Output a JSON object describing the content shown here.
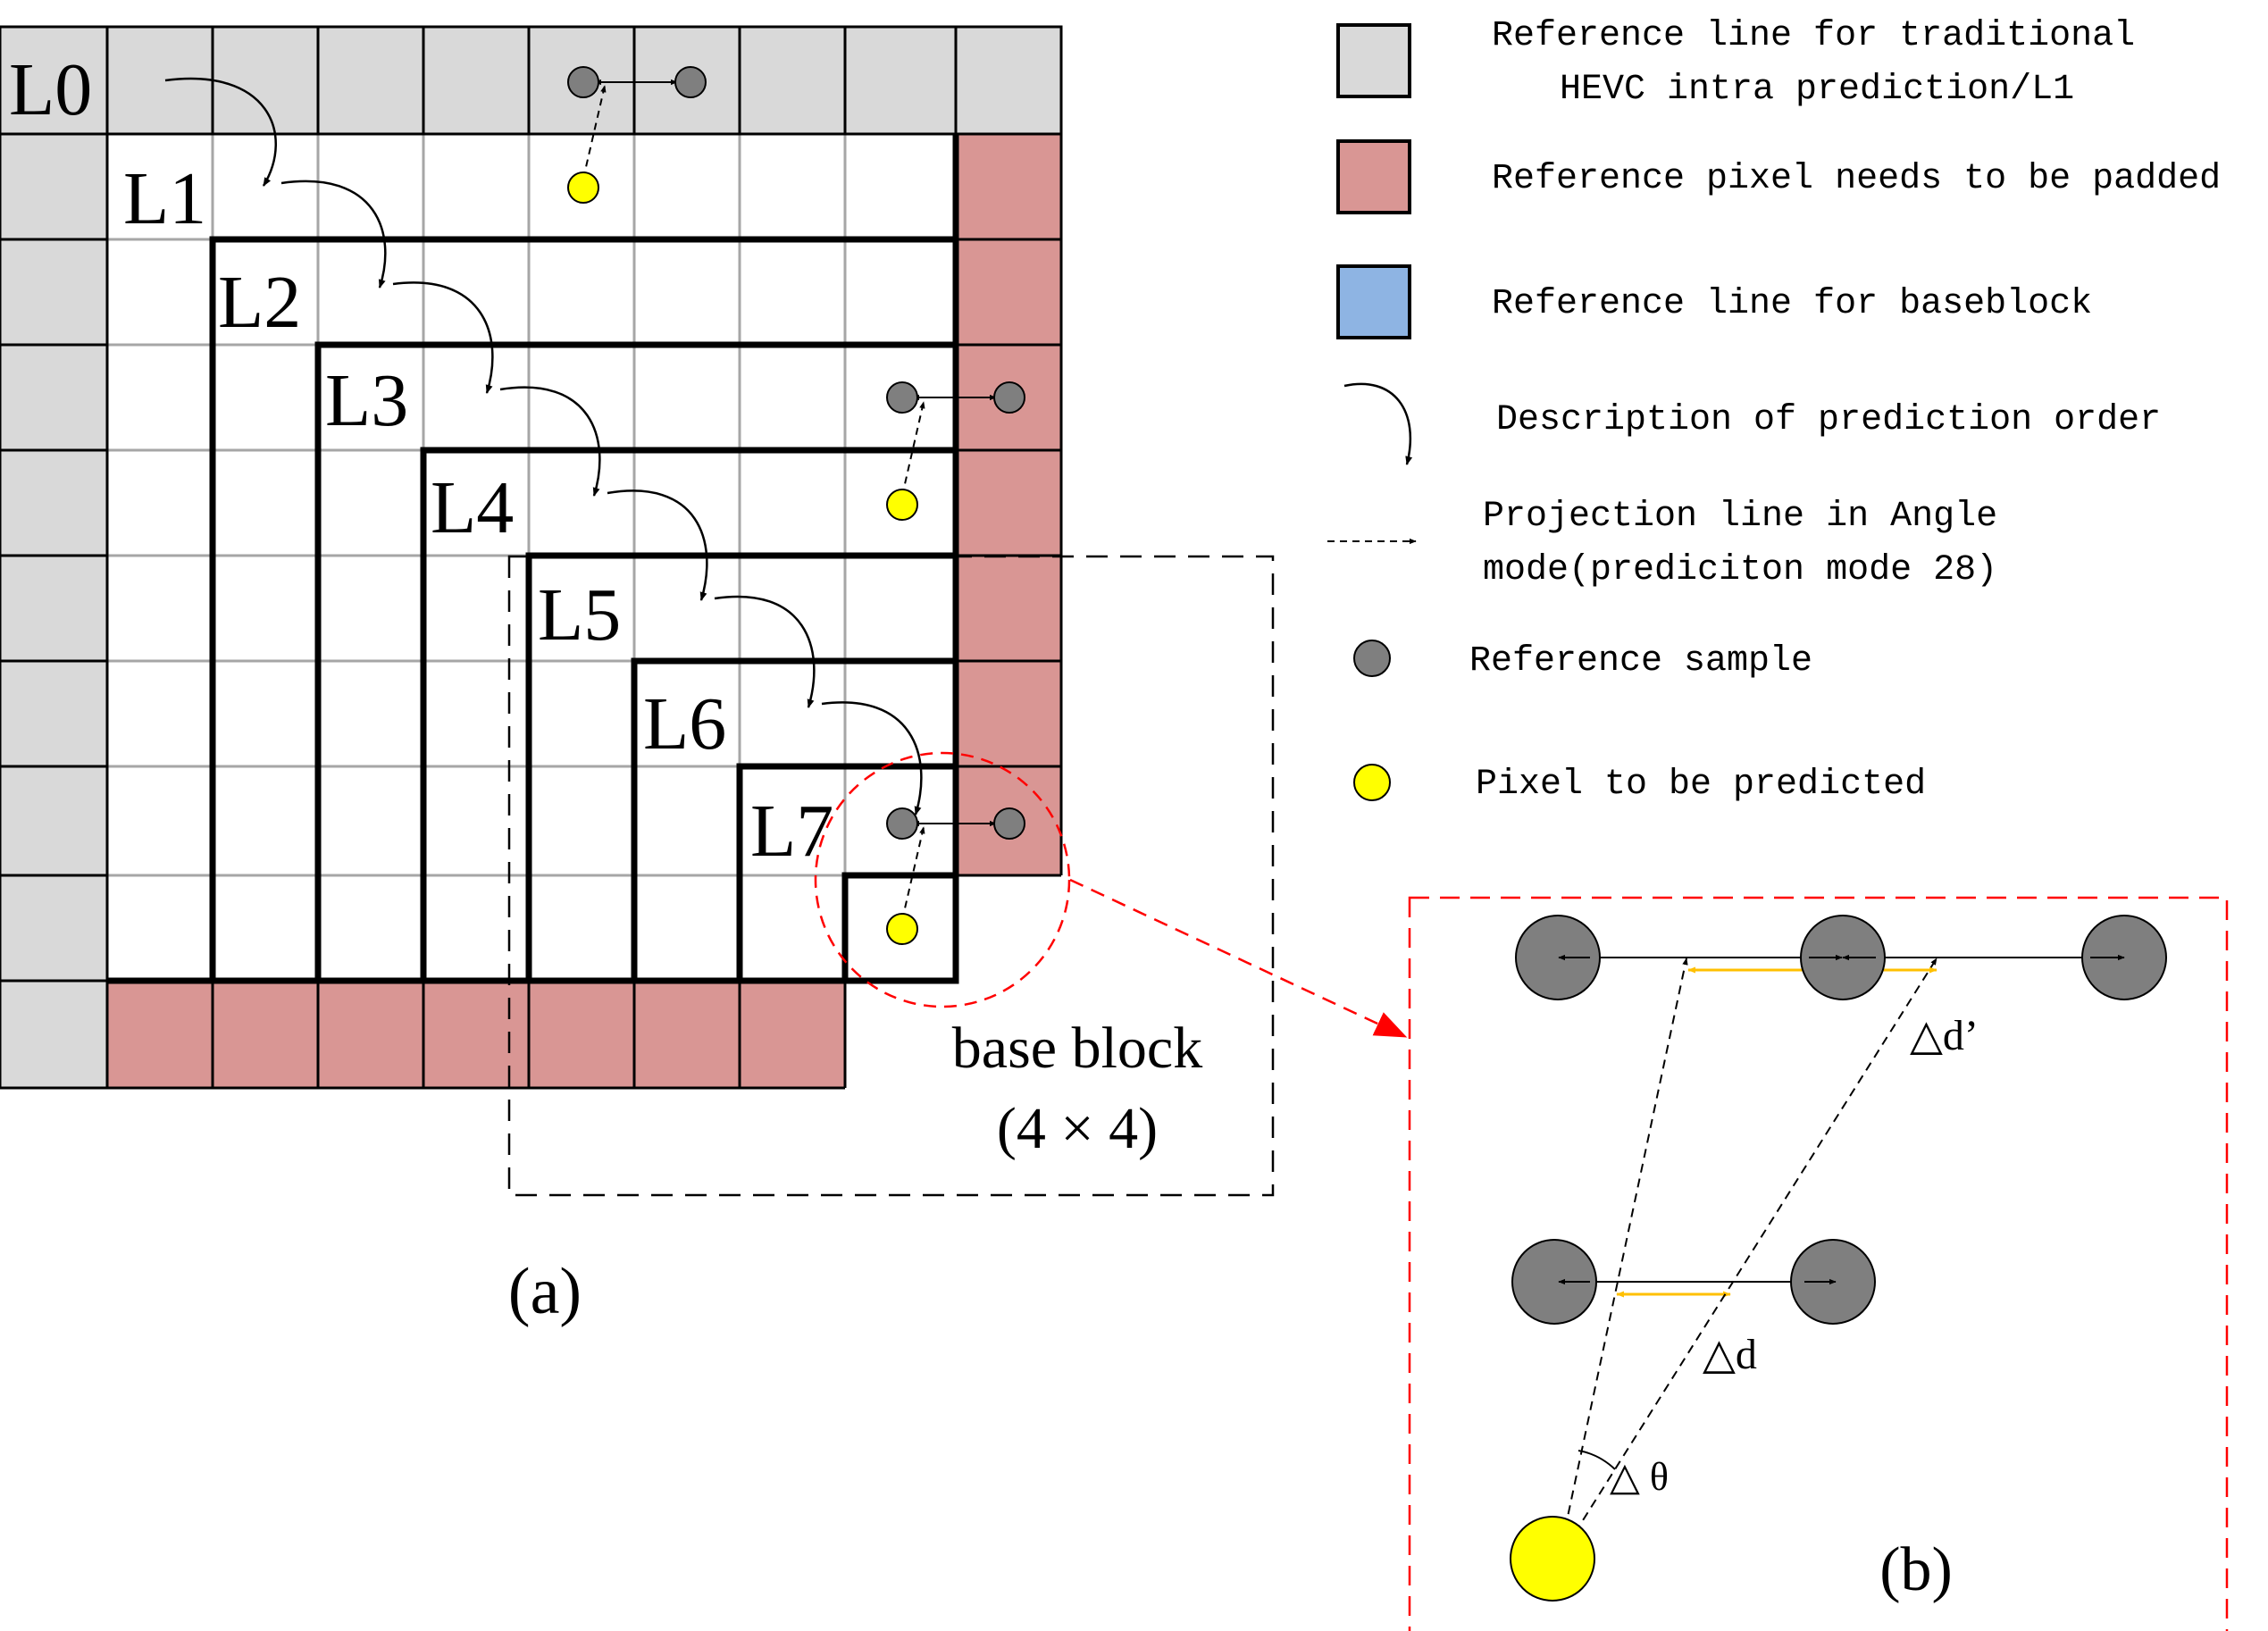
{
  "colors": {
    "reference_line_gray": "#d9d9d9",
    "padded_pink": "#d99694",
    "baseblock_blue": "#8eb4e3",
    "reference_sample": "#7f7f7f",
    "pixel_yellow": "#ffff00",
    "zoom_red": "#ff0000",
    "delta_orange": "#ffc000"
  },
  "panel_a": {
    "line_labels": [
      "L0",
      "L1",
      "L2",
      "L3",
      "L4",
      "L5",
      "L6",
      "L7"
    ],
    "base_block_label": "base block",
    "base_block_size": "(4 × 4)",
    "caption": "(a)"
  },
  "panel_b": {
    "delta_d_prime": "△d’",
    "delta_d": "△d",
    "delta_theta": "△ θ",
    "caption": "(b)"
  },
  "legend": {
    "items": [
      {
        "swatch": "gray-box",
        "lines": [
          "Reference line for traditional",
          "HEVC intra prediction/L1"
        ]
      },
      {
        "swatch": "pink-box",
        "lines": [
          "Reference pixel needs to be padded"
        ]
      },
      {
        "swatch": "blue-box",
        "lines": [
          "Reference line for baseblock"
        ]
      },
      {
        "swatch": "curved-arrow-icon",
        "lines": [
          "Description of prediction order"
        ]
      },
      {
        "swatch": "dashed-arrow-icon",
        "lines": [
          "Projection line in Angle",
          "mode(prediciton mode 28)"
        ]
      },
      {
        "swatch": "gray-circle",
        "lines": [
          "Reference sample"
        ]
      },
      {
        "swatch": "yellow-circle",
        "lines": [
          "Pixel to be predicted"
        ]
      }
    ]
  }
}
